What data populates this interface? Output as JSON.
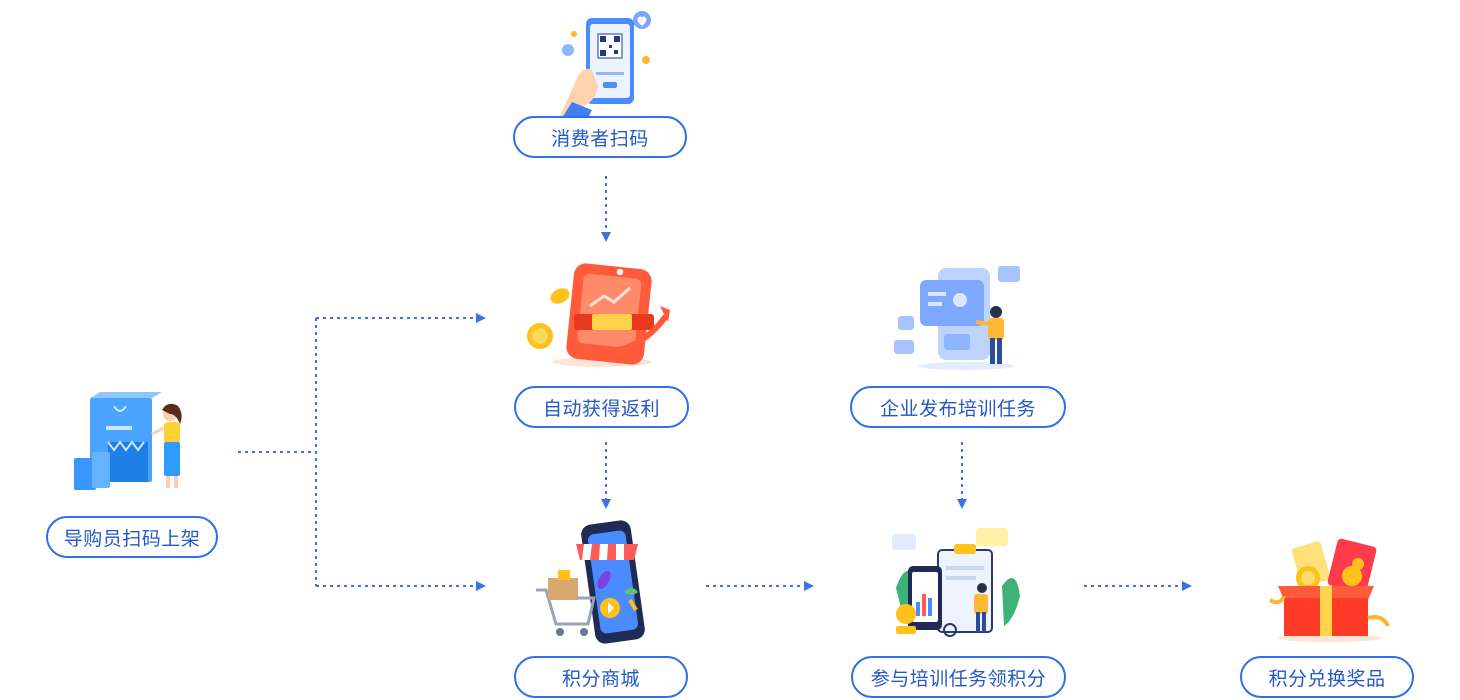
{
  "nodes": {
    "scan_consumer": "消费者扫码",
    "auto_rebate": "自动获得返利",
    "enterprise_task": "企业发布培训任务",
    "guide_scan": "导购员扫码上架",
    "points_mall": "积分商城",
    "training_points": "参与培训任务领积分",
    "redeem": "积分兑换奖品"
  },
  "icons": {
    "scan_consumer": "phone-qr-scan-icon",
    "auto_rebate": "rebate-coins-phone-icon",
    "enterprise_task": "training-task-screen-icon",
    "guide_scan": "shopping-guide-bags-icon",
    "points_mall": "mobile-mall-cart-icon",
    "training_points": "training-clipboard-icon",
    "redeem": "prize-gift-box-icon"
  },
  "colors": {
    "accent": "#2f6fe8",
    "text": "#2458c8",
    "connector": "#3d73e0"
  }
}
